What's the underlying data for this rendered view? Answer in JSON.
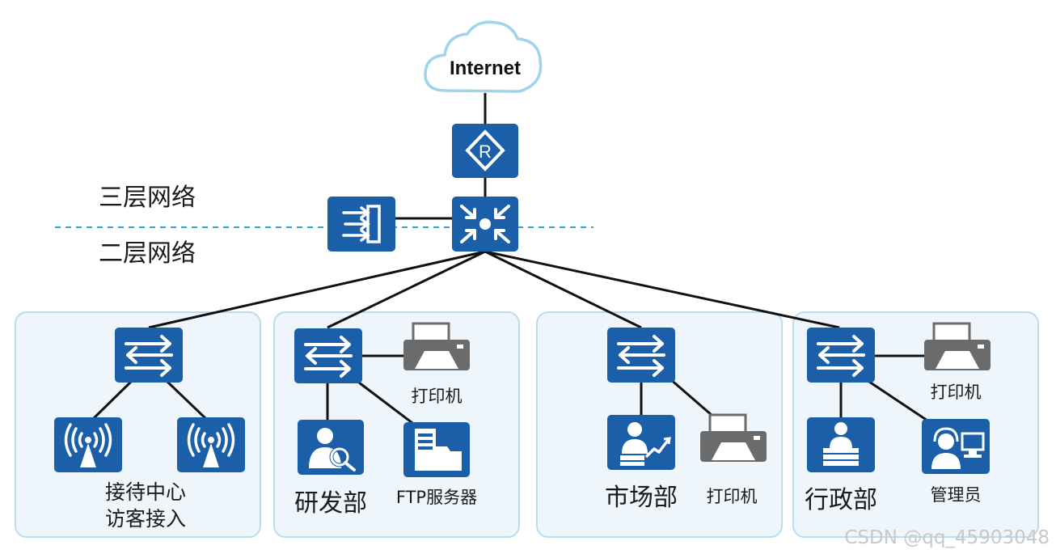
{
  "internet": {
    "label": "Internet"
  },
  "layers": {
    "top": "三层网络",
    "bottom": "二层网络"
  },
  "groups": {
    "reception": {
      "line1": "接待中心",
      "line2": "访客接入"
    },
    "rnd": {
      "dept": "研发部",
      "printer": "打印机",
      "ftp": "FTP服务器"
    },
    "market": {
      "dept": "市场部",
      "printer": "打印机"
    },
    "admin": {
      "dept": "行政部",
      "printer": "打印机",
      "manager": "管理员"
    }
  },
  "watermark": "CSDN @qq_45903048",
  "colors": {
    "device": "#1a5fa8",
    "panel": "#eef6fb",
    "panel_border": "#b9dcef",
    "cloud": "#9fd4ea",
    "dashed": "#2aa7d8"
  },
  "icons": [
    "cloud-icon",
    "router-icon",
    "firewall-icon",
    "core-switch-icon",
    "switch-icon",
    "access-point-icon",
    "printer-icon",
    "server-icon",
    "person-icon",
    "headset-user-icon"
  ]
}
